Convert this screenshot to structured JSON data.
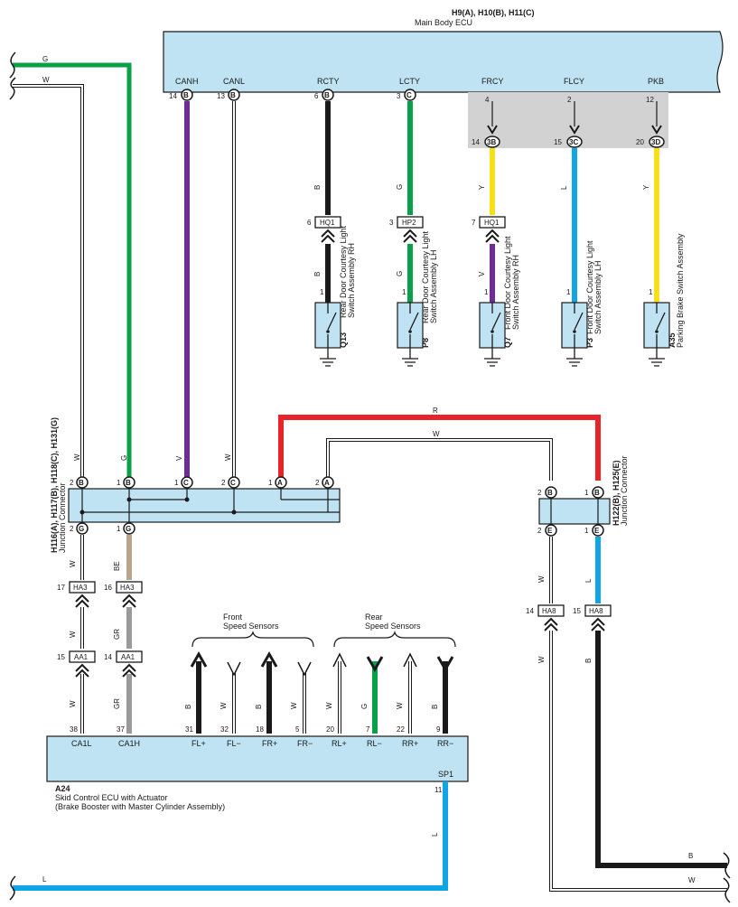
{
  "colors": {
    "ecu_fill": "#bfe3f3",
    "gray_band": "#d2d2d2",
    "G": "#0aa049",
    "V": "#6f2c91",
    "B": "#1a1a1a",
    "Y": "#f6e01b",
    "L": "#10a5e6",
    "R": "#e8232a",
    "BE": "#b9a58b",
    "GR": "#9a9a9a",
    "W": "#ffffff"
  },
  "main_ecu": {
    "header": "H9(A), H10(B), H11(C)",
    "name": "Main Body ECU",
    "pins": [
      {
        "label": "CANH",
        "pin": "14",
        "conn": "B"
      },
      {
        "label": "CANL",
        "pin": "13",
        "conn": "B"
      },
      {
        "label": "RCTY",
        "pin": "6",
        "conn": "B"
      },
      {
        "label": "LCTY",
        "pin": "3",
        "conn": "C"
      },
      {
        "label": "FRCY",
        "pin": "4",
        "conn": ""
      },
      {
        "label": "FLCY",
        "pin": "2",
        "conn": ""
      },
      {
        "label": "PKB",
        "pin": "12",
        "conn": ""
      }
    ],
    "lower_pins": [
      {
        "pin": "14",
        "conn": "3B"
      },
      {
        "pin": "15",
        "conn": "3C"
      },
      {
        "pin": "20",
        "conn": "3D"
      }
    ]
  },
  "wire_colors": {
    "top_left_1": "G",
    "top_left_2": "W",
    "rcty_top": "B",
    "rcty_bottom": "B",
    "lcty_top": "G",
    "lcty_bottom": "G",
    "frcy_top": "Y",
    "frcy_bottom": "V",
    "flcy": "L",
    "pkb": "Y",
    "jc_w": "W",
    "jc_g": "G",
    "jc_v": "V",
    "jc_w2": "W",
    "red_top": "R",
    "white_top": "W",
    "be": "BE",
    "w_left": "W",
    "w_left2": "W",
    "gr": "GR",
    "w_left3": "W",
    "gr2": "GR",
    "jc2_w": "W",
    "jc2_l": "L",
    "jc2_w2": "W",
    "jc2_b": "B",
    "sensor_b1": "B",
    "sensor_w1": "W",
    "sensor_b2": "B",
    "sensor_w2": "W",
    "sensor_w3": "W",
    "sensor_g": "G",
    "sensor_w4": "W",
    "sensor_b3": "B",
    "sp1": "L",
    "bottom_l": "L",
    "bottom_b": "B",
    "bottom_w": "W"
  },
  "inline_connectors": [
    {
      "pin": "6",
      "name": "HQ1"
    },
    {
      "pin": "3",
      "name": "HP2"
    },
    {
      "pin": "7",
      "name": "HQ1"
    },
    {
      "pin": "17",
      "name": "HA3"
    },
    {
      "pin": "16",
      "name": "HA3"
    },
    {
      "pin": "15",
      "name": "AA1"
    },
    {
      "pin": "14",
      "name": "AA1"
    },
    {
      "pin": "14",
      "name": "HA8"
    },
    {
      "pin": "15",
      "name": "HA8"
    }
  ],
  "switches": [
    {
      "pin": "1",
      "code": "Q13",
      "name1": "Rear Door Courtesy Light",
      "name2": "Switch Assembly RH"
    },
    {
      "pin": "1",
      "code": "P8",
      "name1": "Rear Door Courtesy Light",
      "name2": "Switch Assembly LH"
    },
    {
      "pin": "1",
      "code": "Q7",
      "name1": "Front Door Courtesy Light",
      "name2": "Switch Assembly RH"
    },
    {
      "pin": "1",
      "code": "P3",
      "name1": "Front Door Courtesy Light",
      "name2": "Switch Assembly LH"
    },
    {
      "pin": "1",
      "code": "A35",
      "name1": "Parking Brake Switch Assembly",
      "name2": ""
    }
  ],
  "junction1": {
    "code": "H116(A), H117(B), H118(C), H131(G)",
    "name": "Junction Connector",
    "top_pins": [
      {
        "pin": "2",
        "conn": "B"
      },
      {
        "pin": "1",
        "conn": "B"
      },
      {
        "pin": "1",
        "conn": "C"
      },
      {
        "pin": "2",
        "conn": "C"
      },
      {
        "pin": "1",
        "conn": "A"
      },
      {
        "pin": "2",
        "conn": "A"
      }
    ],
    "bottom_pins": [
      {
        "pin": "2",
        "conn": "G"
      },
      {
        "pin": "1",
        "conn": "G"
      }
    ]
  },
  "junction2": {
    "code": "H122(B), H125(E)",
    "name": "Junction Connector",
    "top_pins": [
      {
        "pin": "2",
        "conn": "B"
      },
      {
        "pin": "1",
        "conn": "B"
      }
    ],
    "bottom_pins": [
      {
        "pin": "2",
        "conn": "E"
      },
      {
        "pin": "1",
        "conn": "E"
      }
    ]
  },
  "speed_sensors": {
    "front": {
      "line1": "Front",
      "line2": "Speed Sensors"
    },
    "rear": {
      "line1": "Rear",
      "line2": "Speed Sensors"
    }
  },
  "skid_ecu": {
    "code": "A24",
    "name1": "Skid Control ECU with Actuator",
    "name2": "(Brake Booster with Master Cylinder Assembly)",
    "pins": [
      {
        "label": "CA1L",
        "pin": "38"
      },
      {
        "label": "CA1H",
        "pin": "37"
      },
      {
        "label": "FL+",
        "pin": "31"
      },
      {
        "label": "FL−",
        "pin": "32"
      },
      {
        "label": "FR+",
        "pin": "18"
      },
      {
        "label": "FR−",
        "pin": "5"
      },
      {
        "label": "RL+",
        "pin": "20"
      },
      {
        "label": "RL−",
        "pin": "7"
      },
      {
        "label": "RR+",
        "pin": "22"
      },
      {
        "label": "RR−",
        "pin": "9"
      }
    ],
    "sp1": {
      "label": "SP1",
      "pin": "11"
    }
  }
}
